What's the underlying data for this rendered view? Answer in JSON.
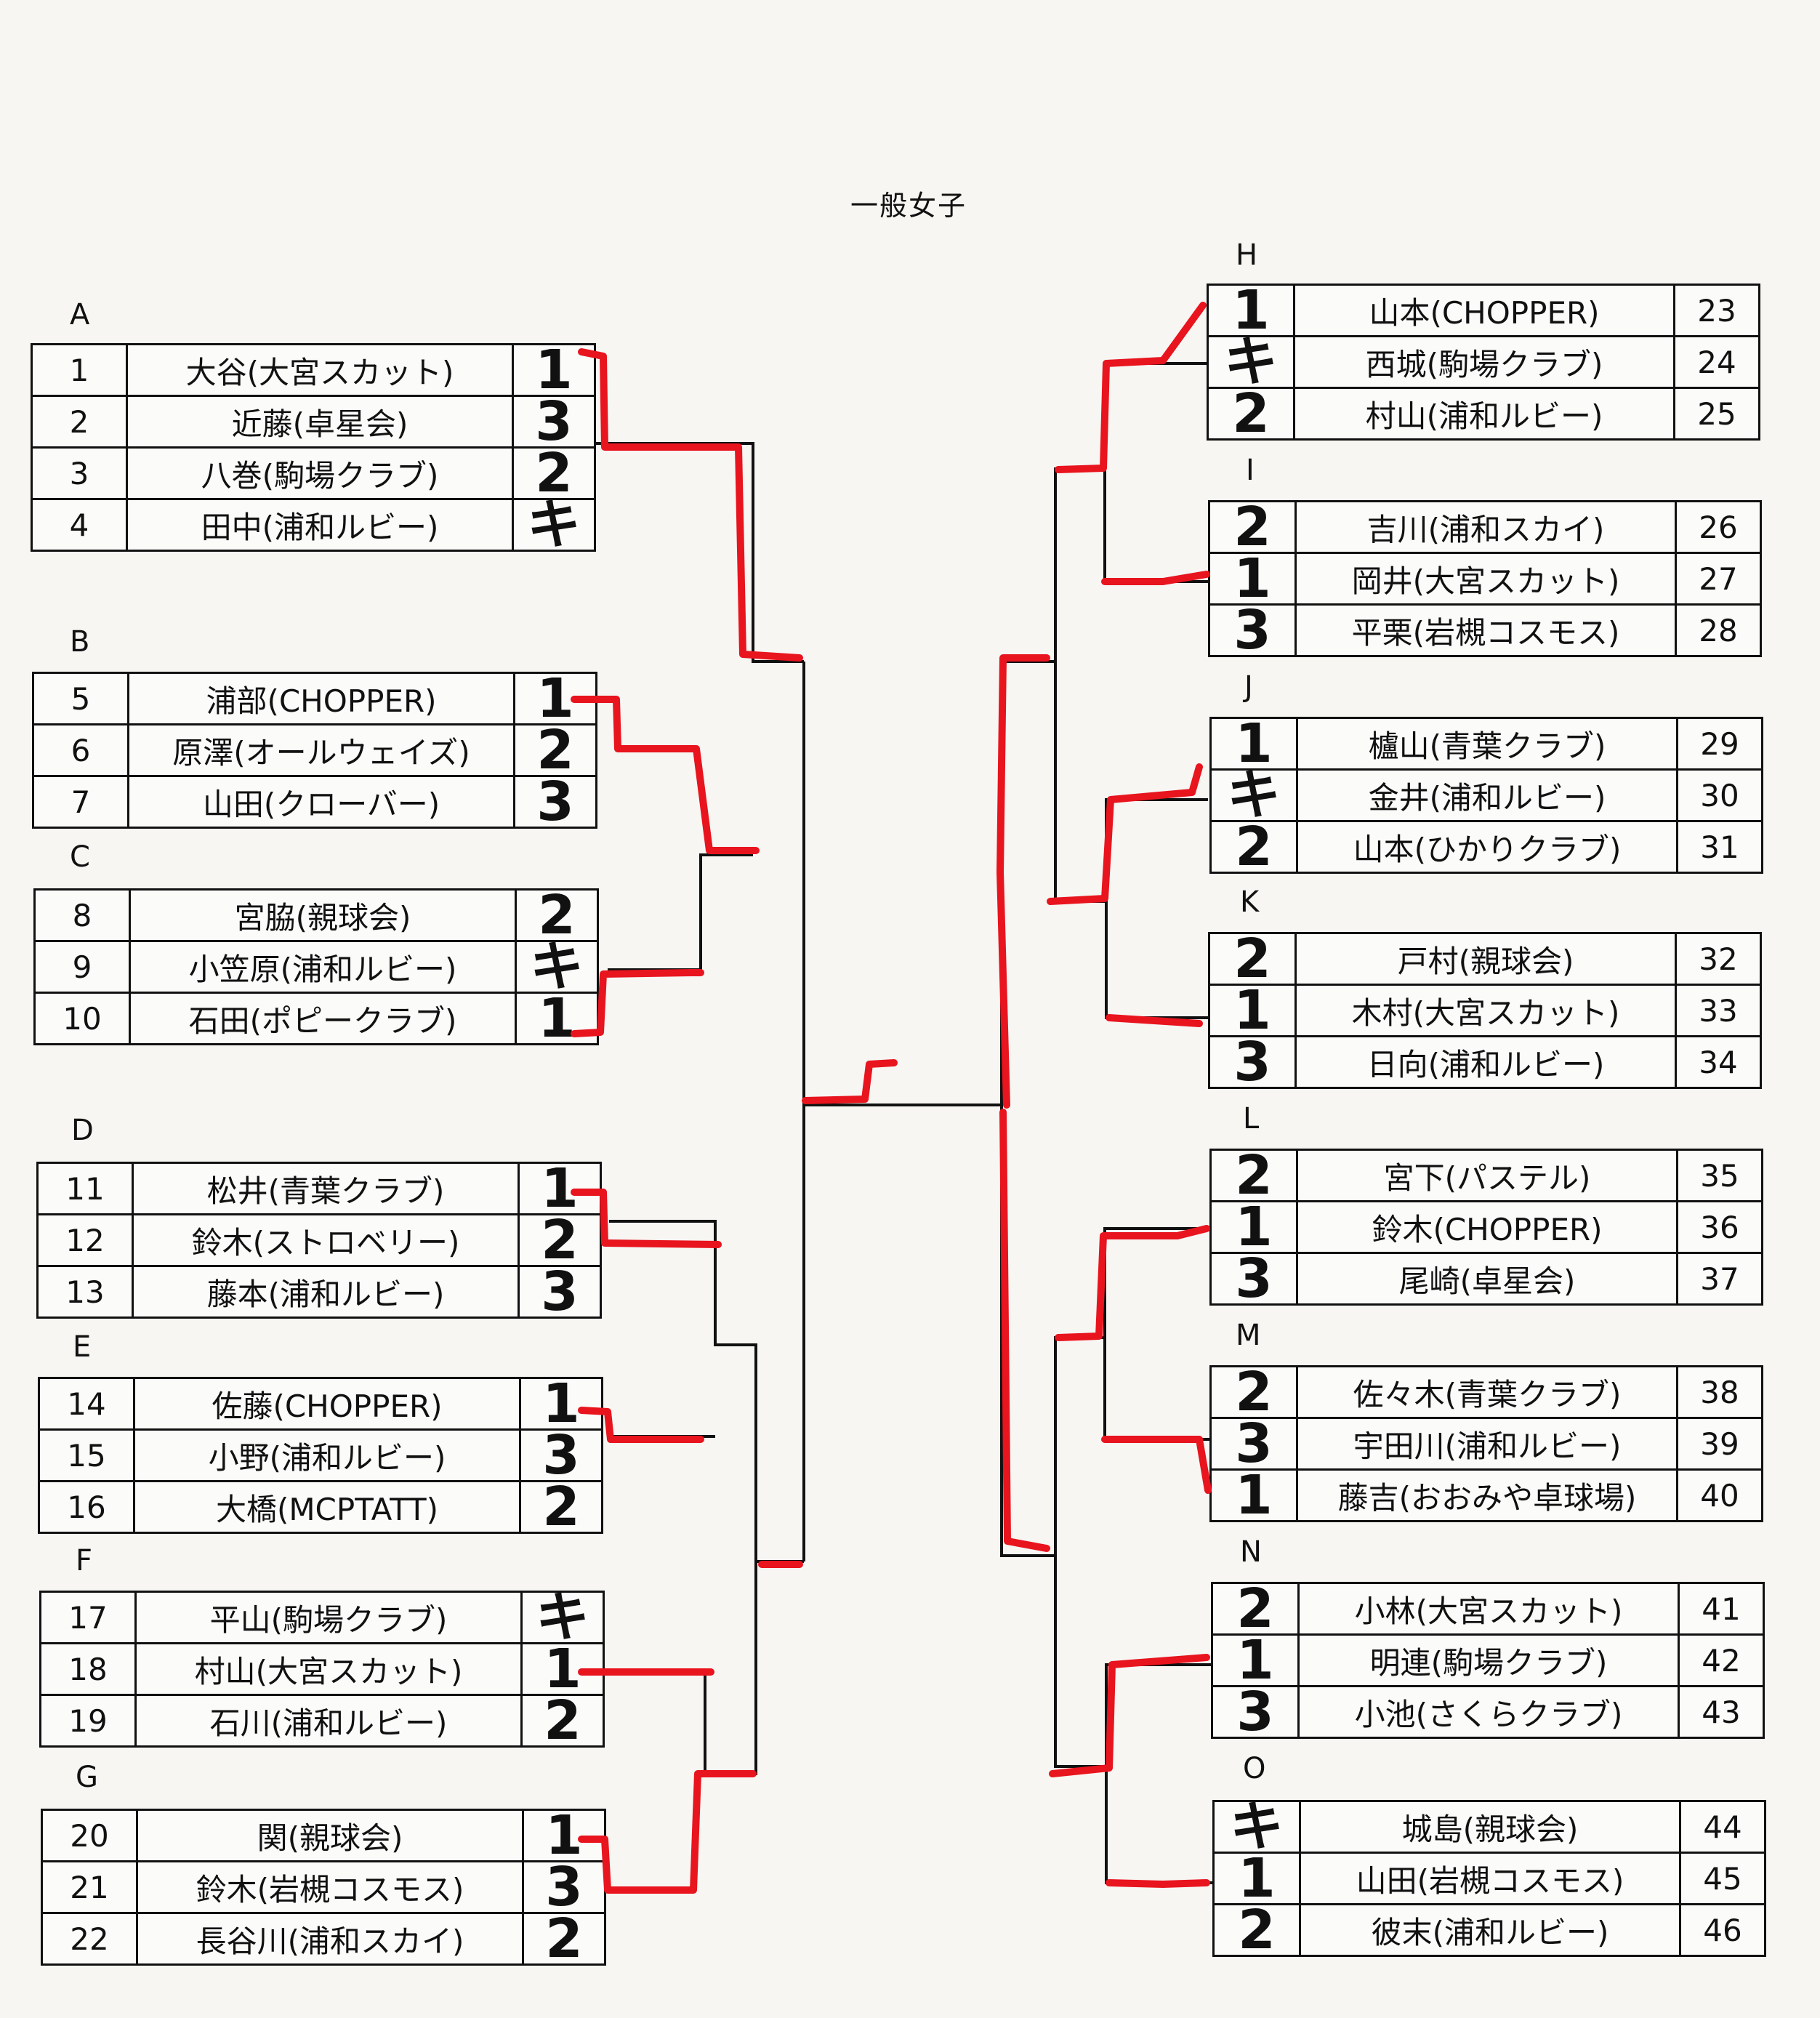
{
  "title": "一般女子",
  "groups": [
    {
      "label": "A",
      "side": "left",
      "rows": [
        {
          "num": "1",
          "name": "大谷(大宮スカット)",
          "result": "1"
        },
        {
          "num": "2",
          "name": "近藤(卓星会)",
          "result": "3"
        },
        {
          "num": "3",
          "name": "八巻(駒場クラブ)",
          "result": "2"
        },
        {
          "num": "4",
          "name": "田中(浦和ルビー)",
          "result": "キ"
        }
      ]
    },
    {
      "label": "B",
      "side": "left",
      "rows": [
        {
          "num": "5",
          "name": "浦部(CHOPPER)",
          "result": "1"
        },
        {
          "num": "6",
          "name": "原澤(オールウェイズ)",
          "result": "2"
        },
        {
          "num": "7",
          "name": "山田(クローバー)",
          "result": "3"
        }
      ]
    },
    {
      "label": "C",
      "side": "left",
      "rows": [
        {
          "num": "8",
          "name": "宮脇(親球会)",
          "result": "2"
        },
        {
          "num": "9",
          "name": "小笠原(浦和ルビー)",
          "result": "キ"
        },
        {
          "num": "10",
          "name": "石田(ポピークラブ)",
          "result": "1"
        }
      ]
    },
    {
      "label": "D",
      "side": "left",
      "rows": [
        {
          "num": "11",
          "name": "松井(青葉クラブ)",
          "result": "1"
        },
        {
          "num": "12",
          "name": "鈴木(ストロベリー)",
          "result": "2"
        },
        {
          "num": "13",
          "name": "藤本(浦和ルビー)",
          "result": "3"
        }
      ]
    },
    {
      "label": "E",
      "side": "left",
      "rows": [
        {
          "num": "14",
          "name": "佐藤(CHOPPER)",
          "result": "1"
        },
        {
          "num": "15",
          "name": "小野(浦和ルビー)",
          "result": "3"
        },
        {
          "num": "16",
          "name": "大橋(MCPTATT)",
          "result": "2"
        }
      ]
    },
    {
      "label": "F",
      "side": "left",
      "rows": [
        {
          "num": "17",
          "name": "平山(駒場クラブ)",
          "result": "キ"
        },
        {
          "num": "18",
          "name": "村山(大宮スカット)",
          "result": "1"
        },
        {
          "num": "19",
          "name": "石川(浦和ルビー)",
          "result": "2"
        }
      ]
    },
    {
      "label": "G",
      "side": "left",
      "rows": [
        {
          "num": "20",
          "name": "関(親球会)",
          "result": "1"
        },
        {
          "num": "21",
          "name": "鈴木(岩槻コスモス)",
          "result": "3"
        },
        {
          "num": "22",
          "name": "長谷川(浦和スカイ)",
          "result": "2"
        }
      ]
    },
    {
      "label": "H",
      "side": "right",
      "rows": [
        {
          "num": "23",
          "name": "山本(CHOPPER)",
          "result": "1"
        },
        {
          "num": "24",
          "name": "西城(駒場クラブ)",
          "result": "キ"
        },
        {
          "num": "25",
          "name": "村山(浦和ルビー)",
          "result": "2"
        }
      ]
    },
    {
      "label": "I",
      "side": "right",
      "rows": [
        {
          "num": "26",
          "name": "吉川(浦和スカイ)",
          "result": "2"
        },
        {
          "num": "27",
          "name": "岡井(大宮スカット)",
          "result": "1"
        },
        {
          "num": "28",
          "name": "平栗(岩槻コスモス)",
          "result": "3"
        }
      ]
    },
    {
      "label": "J",
      "side": "right",
      "rows": [
        {
          "num": "29",
          "name": "櫨山(青葉クラブ)",
          "result": "1"
        },
        {
          "num": "30",
          "name": "金井(浦和ルビー)",
          "result": "キ"
        },
        {
          "num": "31",
          "name": "山本(ひかりクラブ)",
          "result": "2"
        }
      ]
    },
    {
      "label": "K",
      "side": "right",
      "rows": [
        {
          "num": "32",
          "name": "戸村(親球会)",
          "result": "2"
        },
        {
          "num": "33",
          "name": "木村(大宮スカット)",
          "result": "1"
        },
        {
          "num": "34",
          "name": "日向(浦和ルビー)",
          "result": "3"
        }
      ]
    },
    {
      "label": "L",
      "side": "right",
      "rows": [
        {
          "num": "35",
          "name": "宮下(パステル)",
          "result": "2"
        },
        {
          "num": "36",
          "name": "鈴木(CHOPPER)",
          "result": "1"
        },
        {
          "num": "37",
          "name": "尾崎(卓星会)",
          "result": "3"
        }
      ]
    },
    {
      "label": "M",
      "side": "right",
      "rows": [
        {
          "num": "38",
          "name": "佐々木(青葉クラブ)",
          "result": "2"
        },
        {
          "num": "39",
          "name": "宇田川(浦和ルビー)",
          "result": "3"
        },
        {
          "num": "40",
          "name": "藤吉(おおみや卓球場)",
          "result": "1"
        }
      ]
    },
    {
      "label": "N",
      "side": "right",
      "rows": [
        {
          "num": "41",
          "name": "小林(大宮スカット)",
          "result": "2"
        },
        {
          "num": "42",
          "name": "明連(駒場クラブ)",
          "result": "1"
        },
        {
          "num": "43",
          "name": "小池(さくらクラブ)",
          "result": "3"
        }
      ]
    },
    {
      "label": "O",
      "side": "right",
      "rows": [
        {
          "num": "44",
          "name": "城島(親球会)",
          "result": "キ"
        },
        {
          "num": "45",
          "name": "山田(岩槻コスモス)",
          "result": "1"
        },
        {
          "num": "46",
          "name": "彼末(浦和ルビー)",
          "result": "2"
        }
      ]
    }
  ],
  "colors": {
    "winner_path": "#e8141e",
    "line": "#111111",
    "paper": "#f7f6f3"
  }
}
